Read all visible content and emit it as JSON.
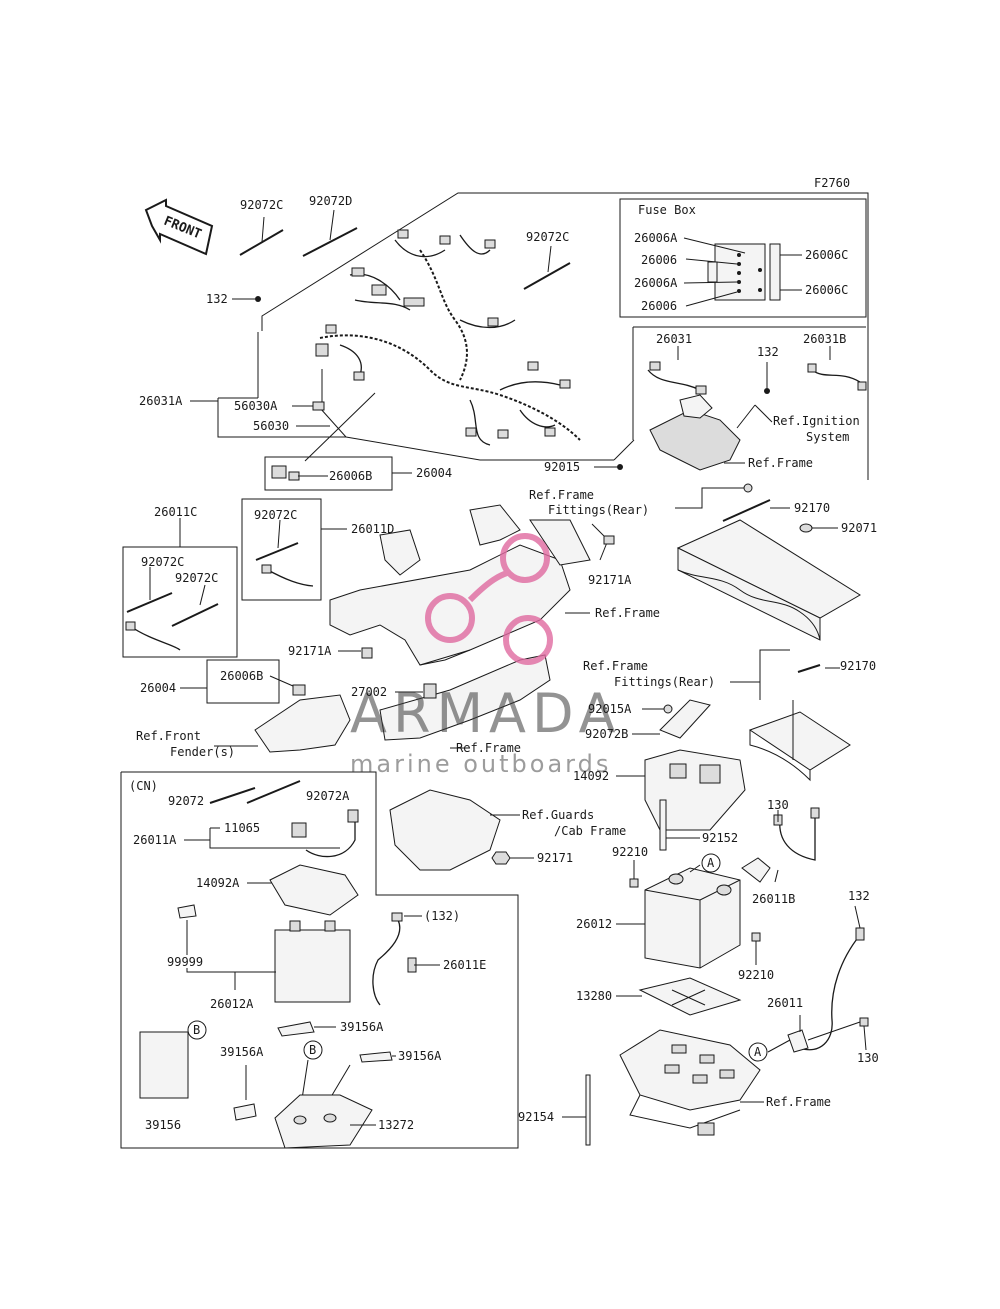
{
  "figure_code": "F2760",
  "front_label": "FRONT",
  "fuse_box": {
    "title": "Fuse Box",
    "labels": [
      "26006A",
      "26006",
      "26006A",
      "26006",
      "26006C",
      "26006C"
    ]
  },
  "callouts": {
    "c92072C_a": "92072C",
    "c92072D": "92072D",
    "c92072C_b": "92072C",
    "c132_a": "132",
    "c26031A": "26031A",
    "c56030A": "56030A",
    "c56030": "56030",
    "c26006B_a": "26006B",
    "c26004_a": "26004",
    "c26031": "26031",
    "c132_b": "132",
    "c26031B": "26031B",
    "ref_ignition_1": "Ref.Ignition",
    "ref_ignition_2": "System",
    "ref_frame_a": "Ref.Frame",
    "c92015": "92015",
    "c26011C": "26011C",
    "c92072C_c": "92072C",
    "c26011D": "26011D",
    "c92072C_d": "92072C",
    "c92072C_e": "92072C",
    "ref_frame_fit_1a": "Ref.Frame",
    "ref_frame_fit_1b": "Fittings(Rear)",
    "c92170_a": "92170",
    "c92071": "92071",
    "c92171A_a": "92171A",
    "ref_frame_b": "Ref.Frame",
    "c92171A_b": "92171A",
    "c26004_b": "26004",
    "c26006B_b": "26006B",
    "c27002": "27002",
    "ref_front_fender_1": "Ref.Front",
    "ref_front_fender_2": "Fender(s)",
    "ref_frame_c": "Ref.Frame",
    "ref_frame_fit_2a": "Ref.Frame",
    "ref_frame_fit_2b": "Fittings(Rear)",
    "c92170_b": "92170",
    "c92015A": "92015A",
    "c92072B": "92072B",
    "c14092": "14092",
    "cn": "(CN)",
    "c92072": "92072",
    "c92072A": "92072A",
    "c26011A": "26011A",
    "c11065": "11065",
    "c14092A": "14092A",
    "c99999": "99999",
    "c26012A": "26012A",
    "c132_paren": "(132)",
    "c26011E": "26011E",
    "c39156A_a": "39156A",
    "c39156A_b": "39156A",
    "c39156A_c": "39156A",
    "c39156": "39156",
    "c13272": "13272",
    "circle_b_1": "B",
    "circle_b_2": "B",
    "ref_guards_1": "Ref.Guards",
    "ref_guards_2": "/Cab Frame",
    "c92171": "92171",
    "c130_a": "130",
    "c92152": "92152",
    "c92210_a": "92210",
    "circle_a_1": "A",
    "c26011B": "26011B",
    "c26012": "26012",
    "c92210_b": "92210",
    "c132_c": "132",
    "c13280": "13280",
    "c26011": "26011",
    "circle_a_2": "A",
    "c130_b": "130",
    "c92154": "92154",
    "ref_frame_d": "Ref.Frame"
  },
  "watermark": {
    "brand": "ARMADA",
    "tagline": "marine outboards",
    "logo_color": "#e06aa0"
  }
}
